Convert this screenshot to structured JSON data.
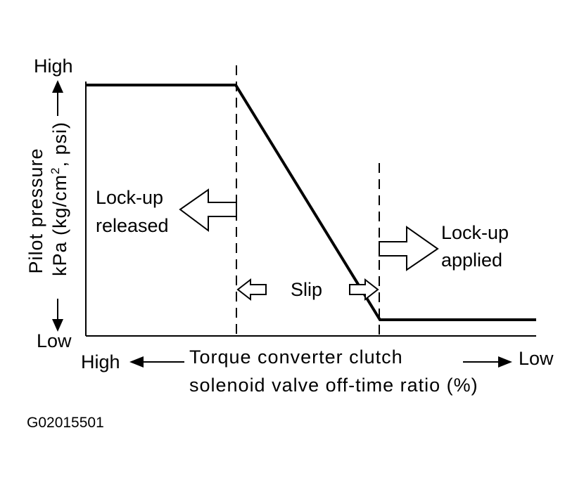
{
  "y_axis": {
    "top_label": "High",
    "bottom_label": "Low",
    "title_line1": "Pilot pressure",
    "title_line2_prefix": "kPa (kg/cm",
    "title_line2_sup": "2",
    "title_line2_suffix": ", psi)"
  },
  "x_axis": {
    "left_label": "High",
    "right_label": "Low",
    "title_line1": "Torque converter clutch",
    "title_line2": "solenoid valve off-time ratio (%)"
  },
  "annotations": {
    "released_line1": "Lock-up",
    "released_line2": "released",
    "applied_line1": "Lock-up",
    "applied_line2": "applied",
    "slip": "Slip"
  },
  "figure_code": "G02015501",
  "colors": {
    "ink": "#000000",
    "paper": "#ffffff"
  }
}
